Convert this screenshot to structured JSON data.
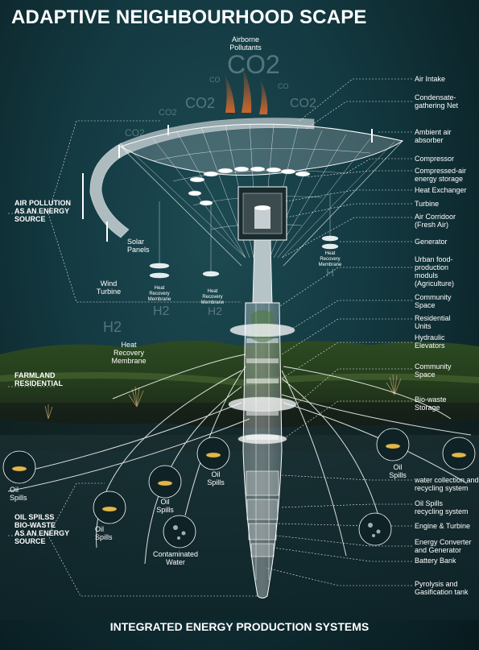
{
  "title": "ADAPTIVE NEIGHBOURHOOD SCAPE",
  "footer": "INTEGRATED ENERGY PRODUCTION SYSTEMS",
  "top_label": "Airborne\nPollutants",
  "sections": {
    "air": "AIR POLLUTION\nAS AN ENERGY\nSOURCE",
    "farmland": "FARMLAND\nRESIDENTIAL",
    "oil": "OIL SPILSS\nBIO-WASTE\nAS AN ENERGY\nSOURCE"
  },
  "right_labels": [
    "Air Intake",
    "Condensate-\ngathering Net",
    "Ambient air\nabsorber",
    "Compressor",
    "Compressed-air\nenergy storage",
    "Heat Exchanger",
    "Turbine",
    "Air Corridoor\n(Fresh Air)",
    "Generator",
    "Urban food-\nproduction\nmoduls\n(Agriculture)",
    "Community\nSpace",
    "Residential\nUnits",
    "Hydraulic\nElevators",
    "Community\nSpace",
    "Bio-waste\nStorage",
    "water collection and\nrecycling system",
    "Oil Spills\nrecycling system",
    "Engine & Turbine",
    "Energy Converter\nand Generator",
    "Battery Bank",
    "Pyrolysis and\nGasification tank"
  ],
  "inner_labels": {
    "solar": "Solar\nPanels",
    "wind": "Wind\nTurbine",
    "heat_membrane_big": "Heat\nRecovery\nMembrane",
    "heat_small_1": "Heat\nRecovery\nMembrane",
    "heat_small_2": "Heat\nRecovery\nMembrane",
    "heat_small_3": "Heat\nRecovery\nMembrane",
    "contaminated": "Contaminated\nWater"
  },
  "oil_labels": [
    "Oil\nSpills",
    "Oil\nSpills",
    "Oil\nSpills",
    "Oil\nSpills",
    "Oil\nSpills"
  ],
  "gas_labels": {
    "co2_big": "CO2",
    "co2_a": "CO2",
    "co2_b": "CO2",
    "co2_c": "CO2",
    "co2_d": "CO2",
    "co_a": "CO",
    "co_b": "CO",
    "h2_a": "H2",
    "h2_b": "H2",
    "h2_c": "H2",
    "h_a": "H"
  },
  "colors": {
    "background": "#143a42",
    "accent_orange": "#e07030",
    "foliage": "#3a5a2a",
    "line": "#ffffff"
  }
}
